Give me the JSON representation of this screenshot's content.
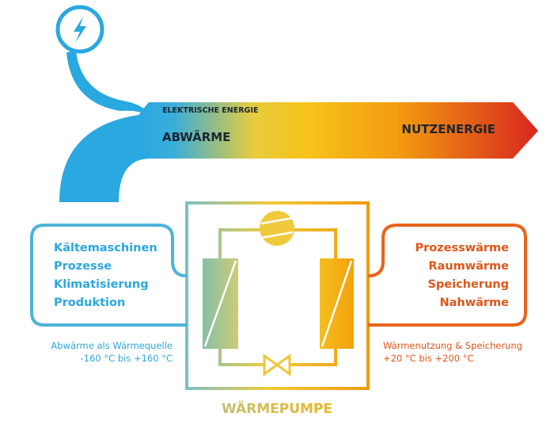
{
  "colors": {
    "blue": "#2aa8e0",
    "yellow": "#f5c61e",
    "orange": "#f29a0f",
    "red": "#d7261e",
    "dark": "#1c2530"
  },
  "flow": {
    "electric_label": "ELEKTRISCHE ENERGIE",
    "waste_heat_label": "ABWÄRME",
    "useful_energy_label": "NUTZENERGIE",
    "power_icon": "lightning-bolt-icon"
  },
  "source": {
    "items": [
      "Kältemaschinen",
      "Prozesse",
      "Klimatisierung",
      "Produktion"
    ],
    "caption_line1": "Abwärme als Wärmequelle",
    "caption_line2": "-160 °C bis +160 °C"
  },
  "sink": {
    "items": [
      "Prozesswärme",
      "Raumwärme",
      "Speicherung",
      "Nahwärme"
    ],
    "caption_line1": "Wärmenutzung & Speicherung",
    "caption_line2": "+20 °C bis +200 °C"
  },
  "heat_pump": {
    "label": "WÄRMEPUMPE"
  }
}
